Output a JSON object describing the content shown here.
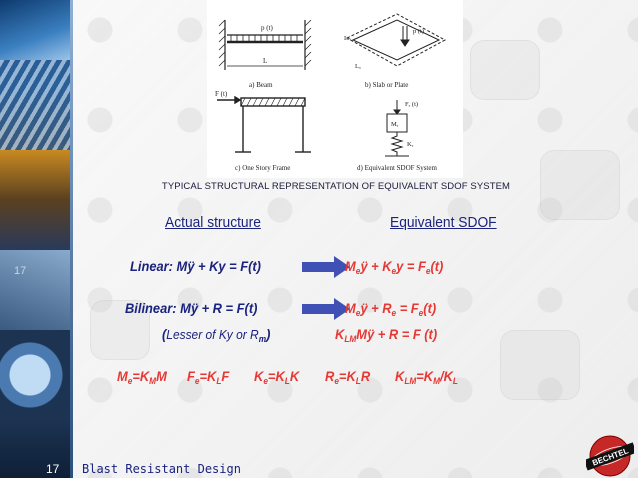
{
  "slide_number": "17",
  "strip_number": "17",
  "footer": "Blast Resistant Design",
  "figure": {
    "beam_label_p": "p (t)",
    "beam_label_L": "L",
    "beam_caption": "a) Beam",
    "slab_label_p": "p (t)",
    "slab_label_Lb": "Lₕ",
    "slab_label_La": "Lₐ",
    "slab_caption": "b) Slab or Plate",
    "frame_label_F": "F (t)",
    "frame_caption": "c) One Story Frame",
    "sdof_label_F": "Fₑ (t)",
    "sdof_label_M": "Mₑ",
    "sdof_label_K": "Kₑ",
    "sdof_caption": "d) Equivalent SDOF System"
  },
  "caption": "TYPICAL STRUCTURAL REPRESENTATION OF EQUIVALENT SDOF SYSTEM",
  "headers": {
    "actual": "Actual structure",
    "equivalent": "Equivalent SDOF"
  },
  "equations": {
    "linear_left": "Linear:   Mÿ + Ky = F(t)",
    "linear_right": {
      "a": "M",
      "a_sub": "e",
      "b": "ÿ + K",
      "b_sub": "e",
      "c": "y = F",
      "c_sub": "e",
      "d": "(t)"
    },
    "bilinear_left": "Bilinear: Mÿ + R = F(t)",
    "bilinear_right": {
      "a": "M",
      "a_sub": "e",
      "b": "ÿ + R",
      "b_sub": "e",
      "c": " = F",
      "c_sub": "e",
      "d": "(t)"
    },
    "lesser": {
      "open": "(",
      "a": "Lesser of Ky or R",
      "a_sub": "m",
      "close": ")"
    },
    "klm": {
      "a": "K",
      "a_sub": "LM",
      "b": "Mÿ + R = F (t)"
    }
  },
  "relations": [
    {
      "p1": "M",
      "s1": "e",
      "p2": "=K",
      "s2": "M",
      "p3": "M"
    },
    {
      "p1": "F",
      "s1": "e",
      "p2": "=K",
      "s2": "L",
      "p3": "F"
    },
    {
      "p1": "K",
      "s1": "e",
      "p2": "=K",
      "s2": "L",
      "p3": "K"
    },
    {
      "p1": "R",
      "s1": "e",
      "p2": "=K",
      "s2": "L",
      "p3": "R"
    },
    {
      "p1": "K",
      "s1": "LM",
      "p2": "=K",
      "s2": "M",
      "p3": "/K",
      "s3": "L"
    }
  ],
  "logo_text": "BECHTEL",
  "colors": {
    "blue": "#1a237e",
    "red": "#e53935",
    "arrow": "#3f51b5",
    "logo_red": "#c62828"
  }
}
